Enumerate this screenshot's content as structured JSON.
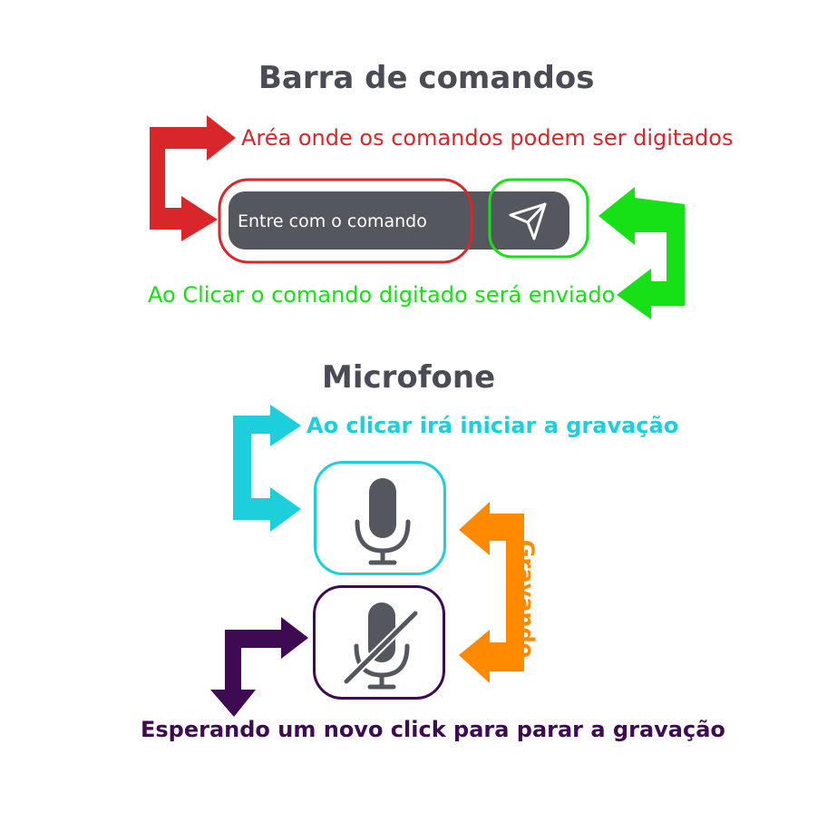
{
  "command_bar": {
    "title": "Barra de comandos",
    "area_note": "Aréa onde os comandos podem ser digitados",
    "input_placeholder": "Entre com o comando",
    "send_note": "Ao Clicar o comando digitado será enviado",
    "send_icon": "send-paper-plane-icon"
  },
  "microphone": {
    "title": "Microfone",
    "start_note": "Ao clicar irá iniciar a gravação",
    "recording_note": "Gravando",
    "waiting_note": "Esperando um novo click para parar a gravação",
    "mic_icon": "microphone-icon",
    "mic_off_icon": "microphone-off-icon"
  },
  "colors": {
    "red": "#d8262a",
    "green": "#16e016",
    "cyan": "#1ccfda",
    "orange": "#ff8a00",
    "purple": "#3e0a52",
    "dark_gray": "#55575f"
  }
}
